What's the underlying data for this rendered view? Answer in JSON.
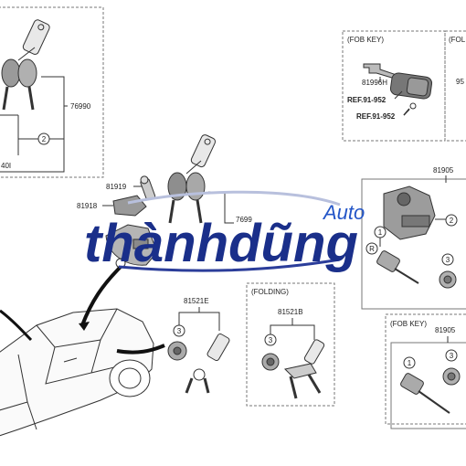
{
  "labels": {
    "fob_key_top": "(FOB KEY)",
    "fold_top": "(FOL",
    "p81996h": "81996H",
    "ref1": "REF.91-952",
    "ref2": "REF.91-952",
    "p95": "95",
    "p76990": "76990",
    "p40i": "40I",
    "p81919": "81919",
    "p81918": "81918",
    "p7699": "7699",
    "p81905_top": "81905",
    "p81521e": "81521E",
    "folding": "(FOLDING)",
    "p81521b": "81521B",
    "fob_key_bottom": "(FOB KEY)",
    "p81905_bottom": "81905"
  },
  "callouts": {
    "c2_left": "2",
    "c2_right": "2",
    "c1_right": "1",
    "cR": "R",
    "c3_right": "3",
    "c3_81521e": "3",
    "c3_81521b": "3",
    "c1_bottom": "1",
    "c3_bottom": "3"
  },
  "watermark": {
    "main": "thànhdũng",
    "sub": "Auto"
  }
}
